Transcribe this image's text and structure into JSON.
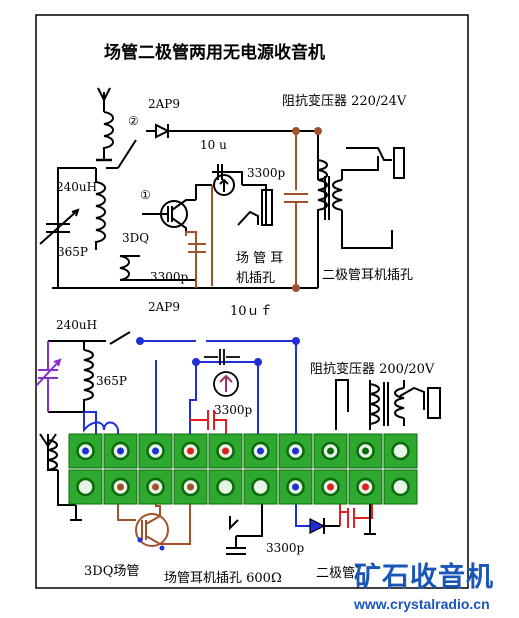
{
  "title": "场管二极管两用无电源收音机",
  "top_schematic": {
    "diode": "2AP9",
    "switch_pos_2": "②",
    "switch_pos_1": "①",
    "coil": "240uH",
    "vcap": "365P",
    "transistor": "3DQ",
    "cap_10u": "10  u",
    "cap_3300_right": "3300p",
    "cap_3300_bottom": "3300p",
    "jack_fet_line1": "场 管 耳",
    "jack_fet_line2": "机插孔",
    "transformer": "阻抗变压器 220/24V",
    "jack_diode": "二极管耳机插孔"
  },
  "board": {
    "diode": "2AP9",
    "coil": "240uH",
    "vcap": "365P",
    "cap_10u": "10ｕｆ",
    "transformer": "阻抗变压器 200/20V",
    "cap_3300_top": "3300p",
    "cap_3300_bottom": "3300p",
    "fet": "3DQ场管",
    "jack_fet": "场管耳机插孔 600Ω",
    "jack_diode": "二极管耳机插孔"
  },
  "watermark": {
    "name": "矿石收音机",
    "url": "www.crystalradio.cn"
  },
  "colors": {
    "wire": "#000000",
    "brown": "#a0522d",
    "blue": "#1f2fd6",
    "red": "#e02020",
    "green": "#2ea82e",
    "dark_green": "#0a6a0a",
    "purple": "#8b2fc9",
    "accent_blue": "#1a56b8"
  }
}
